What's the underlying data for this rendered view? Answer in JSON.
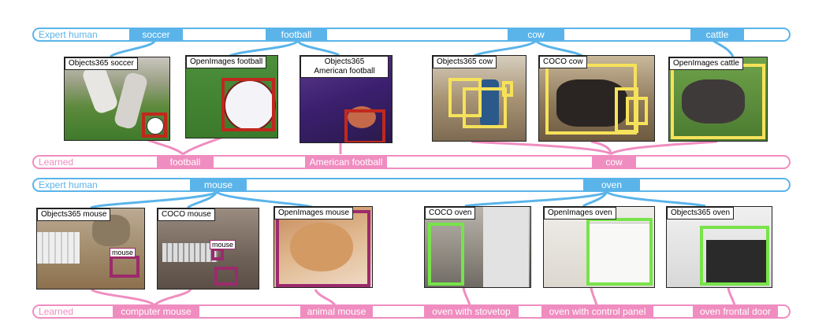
{
  "rows": [
    {
      "expert": {
        "title": "Expert human",
        "tags": [
          "soccer",
          "football",
          "cow",
          "cattle"
        ]
      },
      "photos": [
        {
          "label": "Objects365 soccer"
        },
        {
          "label": "OpenImages football"
        },
        {
          "label": "Objects365\nAmerican football"
        },
        {
          "label": "Objects365 cow"
        },
        {
          "label": "COCO cow"
        },
        {
          "label": "OpenImages cattle"
        }
      ],
      "learned": {
        "title": "Learned",
        "tags": [
          "football",
          "American football",
          "cow"
        ]
      }
    },
    {
      "expert": {
        "title": "Expert human",
        "tags": [
          "mouse",
          "oven"
        ]
      },
      "photos": [
        {
          "label": "Objects365 mouse",
          "box_label": "mouse"
        },
        {
          "label": "COCO mouse",
          "box_label": "mouse"
        },
        {
          "label": "OpenImages mouse"
        },
        {
          "label": "COCO oven"
        },
        {
          "label": "OpenImages oven"
        },
        {
          "label": "Objects365 oven"
        }
      ],
      "learned": {
        "title": "Learned",
        "tags": [
          "computer mouse",
          "animal mouse",
          "oven with stovetop",
          "oven with control panel",
          "oven frontal door"
        ]
      }
    }
  ],
  "colors": {
    "expert": "#5ab4ea",
    "learned": "#f08dc0",
    "red_box": "#c0281e",
    "yellow_box": "#f6e25a",
    "green_box": "#78e34a",
    "purple_box": "#9c2a6c"
  }
}
